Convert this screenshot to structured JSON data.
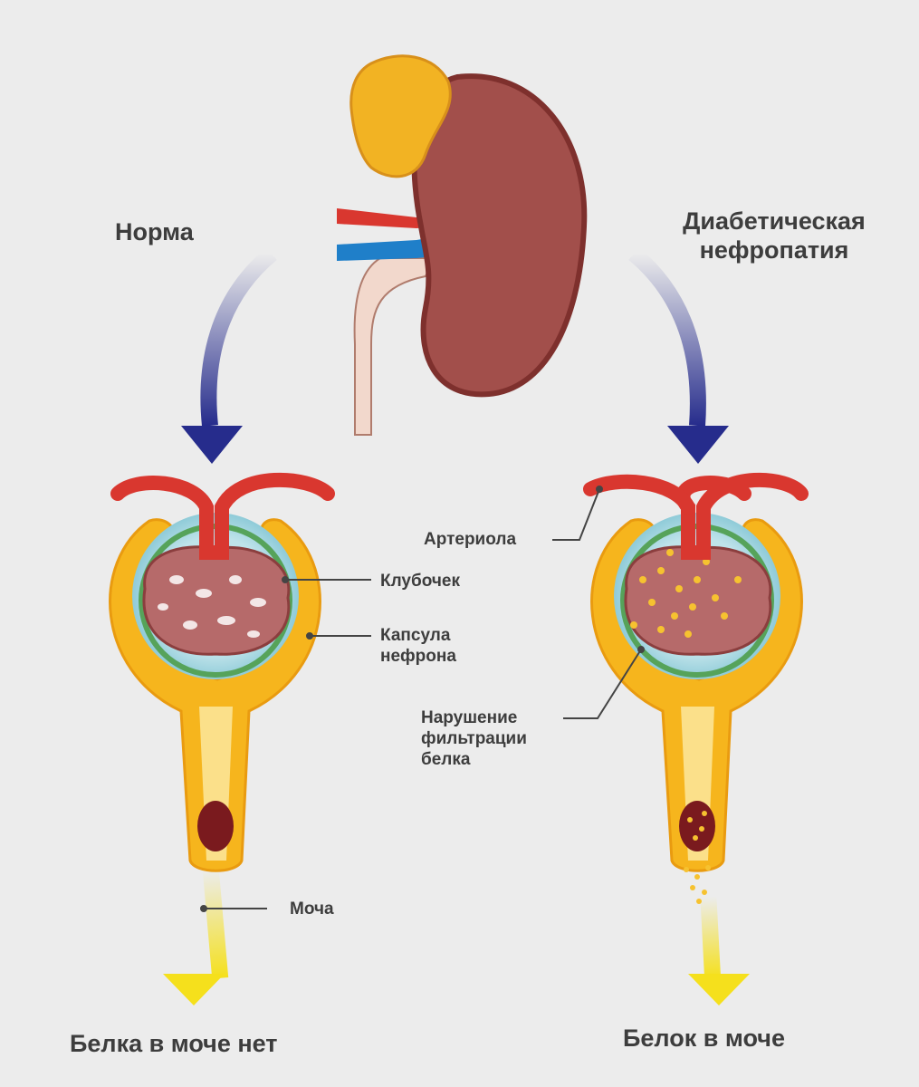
{
  "labels": {
    "normal": "Норма",
    "diabetic_line1": "Диабетическая",
    "diabetic_line2": "нефропатия",
    "arteriole": "Артериола",
    "glomerulus": "Клубочек",
    "capsule_line1": "Капсула",
    "capsule_line2": "нефрона",
    "filtration_line1": "Нарушение",
    "filtration_line2": "фильтрации",
    "filtration_line3": "белка",
    "urine": "Моча",
    "no_protein": "Белка в моче нет",
    "protein": "Белок в моче"
  },
  "colors": {
    "background": "#ececec",
    "kidney": "#a24f4b",
    "capsule": "#f6b51d",
    "artery": "#d9372f",
    "vein": "#1f7fc9",
    "arrow_blue": "#262c8c",
    "arrow_yellow": "#f5e01c"
  }
}
